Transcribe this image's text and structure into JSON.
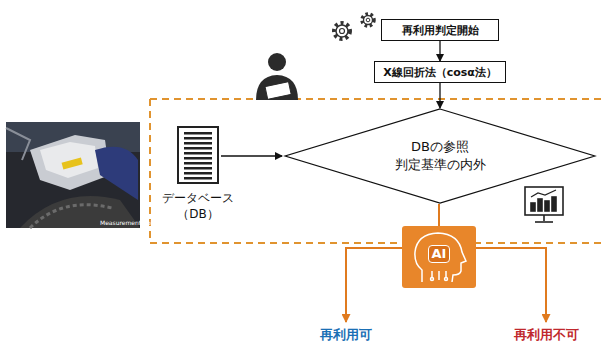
{
  "diagram": {
    "nodes": [
      {
        "text": [
          "再利用判定開始"
        ]
      },
      {
        "text": [
          "X線回折法（cosα法）"
        ]
      },
      {
        "text": [
          "DBの参照 判定基準の内外"
        ]
      },
      {
        "text": [
          "データベース （DB）"
        ]
      },
      {
        "text": [
          "AI"
        ]
      },
      {
        "text": [
          "再利用可"
        ]
      },
      {
        "text": [
          "再利用不可"
        ]
      }
    ],
    "edges": [
      {
        "from": 0,
        "to": 1,
        "arrow": "to"
      },
      {
        "from": 1,
        "to": 2,
        "arrow": "to"
      },
      {
        "from": 3,
        "to": 2,
        "arrow": "to"
      },
      {
        "from": 2,
        "to": 4,
        "arrow": "none"
      },
      {
        "from": 4,
        "to": 5,
        "arrow": "to"
      },
      {
        "from": 4,
        "to": 6,
        "arrow": "to"
      }
    ],
    "labels": [
      "Measurement point"
    ]
  }
}
